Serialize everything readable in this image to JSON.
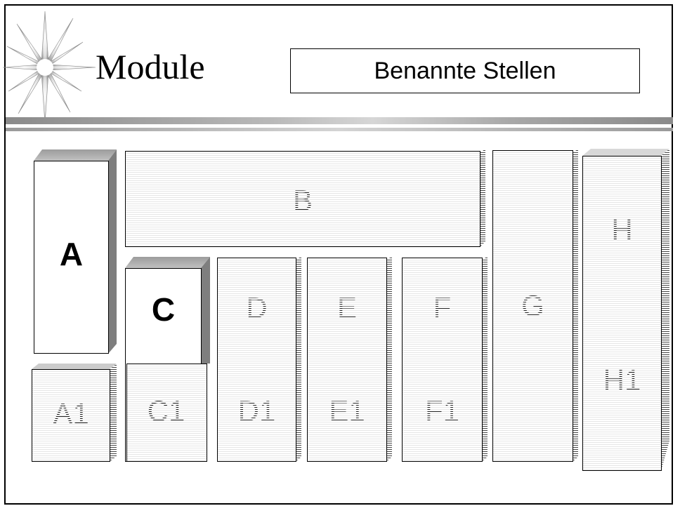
{
  "title": "Module",
  "subtitle": "Benannte Stellen",
  "modules": {
    "A": "A",
    "A1": "A1",
    "B": "B",
    "C": "C",
    "C1": "C1",
    "D": "D",
    "D1": "D1",
    "E": "E",
    "E1": "E1",
    "F": "F",
    "F1": "F1",
    "G": "G",
    "H": "H",
    "H1": "H1"
  }
}
